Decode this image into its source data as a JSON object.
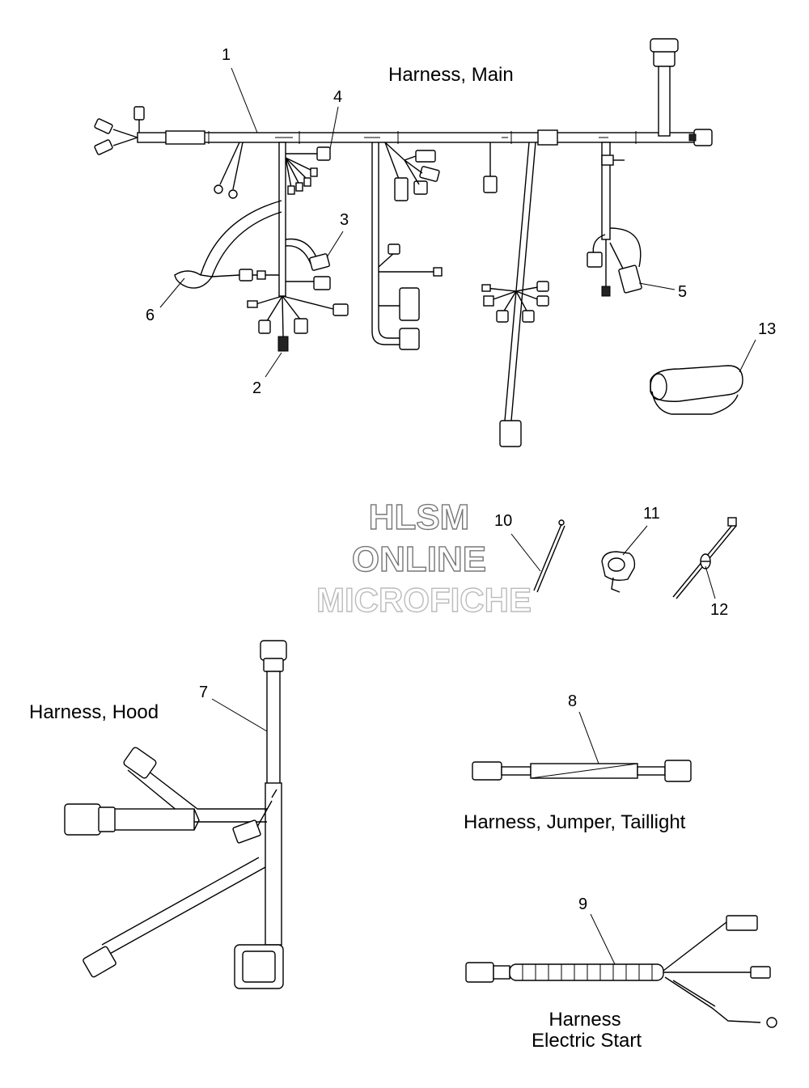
{
  "titles": {
    "main": "Harness, Main",
    "hood": "Harness, Hood",
    "jumper": "Harness, Jumper, Taillight",
    "electric_line1": "Harness",
    "electric_line2": "Electric Start"
  },
  "watermark": {
    "line1": "HLSM",
    "line2": "ONLINE",
    "line3": "MICROFICHE"
  },
  "callouts": {
    "c1": "1",
    "c2": "2",
    "c3": "3",
    "c4": "4",
    "c5": "5",
    "c6": "6",
    "c7": "7",
    "c8": "8",
    "c9": "9",
    "c10": "10",
    "c11": "11",
    "c12": "12",
    "c13": "13"
  }
}
